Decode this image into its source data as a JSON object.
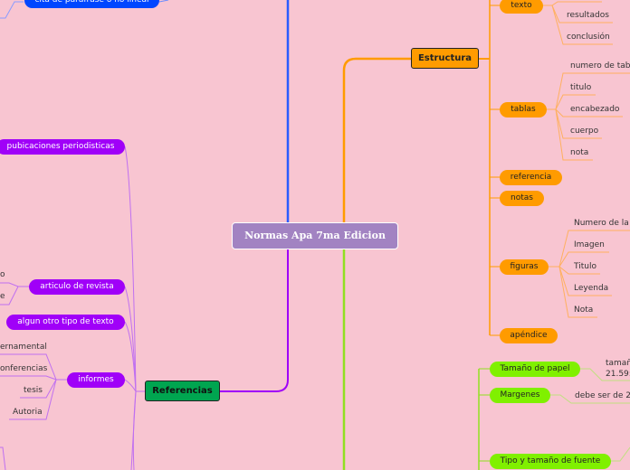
{
  "root": {
    "label": "Normas Apa 7ma Edicion",
    "color": "#a283c2"
  },
  "colors": {
    "background": "#f8c5d1",
    "estructura": "#ff9b00",
    "formato": "#80f000",
    "referencias": "#a000f8",
    "citas": "#0047ff",
    "referencias_node": "#00a550"
  },
  "citas": {
    "node_partial": "cita de parafrase o no lineal"
  },
  "estructura": {
    "label": "Estructura",
    "children": {
      "texto": {
        "label": "texto",
        "leaves": [
          "resultados",
          "conclusión"
        ]
      },
      "tablas": {
        "label": "tablas",
        "leaves": [
          "numero de tab",
          "titulo",
          "encabezado",
          "cuerpo",
          "nota"
        ]
      },
      "referencia": {
        "label": "referencia"
      },
      "notas": {
        "label": "notas"
      },
      "figuras": {
        "label": "figuras",
        "leaves": [
          "Numero de la",
          "Imagen",
          "Titulo",
          "Leyenda",
          "Nota"
        ]
      },
      "apendice": {
        "label": "apéndice"
      }
    }
  },
  "formato": {
    "tamano_papel": {
      "label": "Tamaño de papel",
      "detail_line1": "tamañ",
      "detail_line2": "21.59:"
    },
    "margenes": {
      "label": "Margenes",
      "detail": "debe ser de 2"
    },
    "fuente": {
      "label": "Tipo y tamaño de fuente"
    }
  },
  "referencias": {
    "label": "Referencias",
    "children": {
      "publicaciones": {
        "label": "pubicaciones periodisticas"
      },
      "articulo": {
        "label": "articulo de revista",
        "leaves": [
          "o",
          "e"
        ]
      },
      "otro": {
        "label": "algun otro tipo de texto"
      },
      "informes": {
        "label": "informes",
        "leaves": [
          "ernamental",
          "onferencias",
          "tesis",
          "Autoria"
        ]
      }
    }
  }
}
